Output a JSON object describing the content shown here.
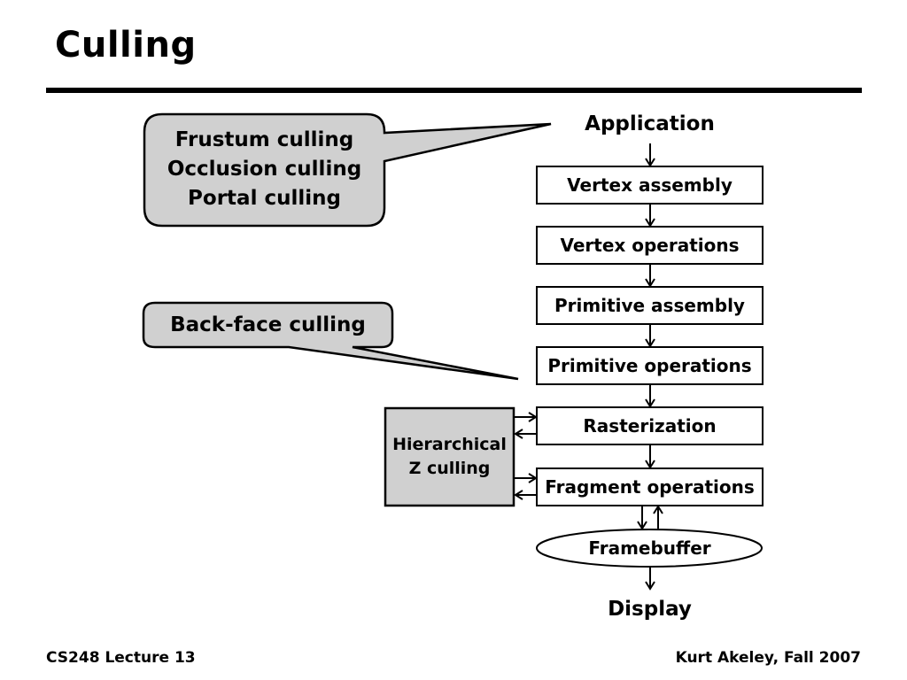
{
  "slide": {
    "title": "Culling"
  },
  "pipeline": {
    "top_label": "Application",
    "stages": [
      "Vertex assembly",
      "Vertex operations",
      "Primitive assembly",
      "Primitive operations",
      "Rasterization",
      "Fragment operations"
    ],
    "framebuffer": "Framebuffer",
    "bottom_label": "Display"
  },
  "callouts": {
    "application": [
      "Frustum culling",
      "Occlusion culling",
      "Portal culling"
    ],
    "primitive_ops": "Back-face culling",
    "hierarchical_z": [
      "Hierarchical",
      "Z culling"
    ]
  },
  "footer": {
    "left": "CS248 Lecture 13",
    "right": "Kurt Akeley, Fall 2007"
  },
  "colors": {
    "callout_fill": "#d0d0d0",
    "box_fill": "#ffffff",
    "stroke": "#000000"
  }
}
